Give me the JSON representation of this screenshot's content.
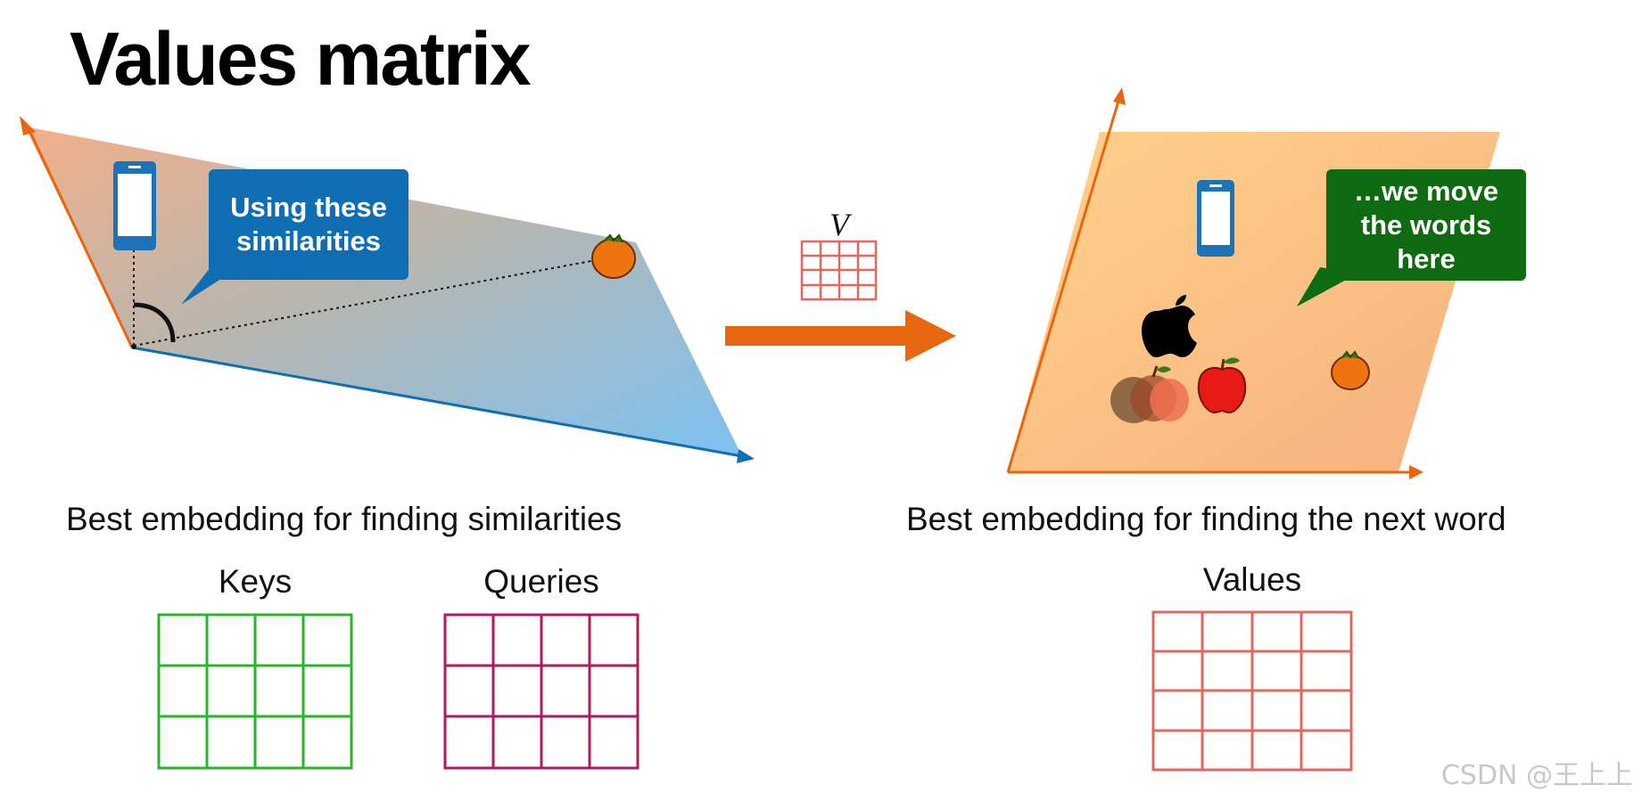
{
  "title": "Values matrix",
  "left_panel": {
    "bubble_text_line1": "Using these",
    "bubble_text_line2": "similarities",
    "caption": "Best embedding for finding similarities"
  },
  "transform": {
    "symbol": "V"
  },
  "right_panel": {
    "bubble_text_line1": "…we move",
    "bubble_text_line2": "the words",
    "bubble_text_line3": "here",
    "caption": "Best embedding for finding the next word"
  },
  "matrices": {
    "keys_label": "Keys",
    "queries_label": "Queries",
    "values_label": "Values"
  },
  "colors": {
    "orange_accent": "#e8660f",
    "blue_accent": "#0f6fb0",
    "keys_green": "#2ab52a",
    "queries_magenta": "#b0185f",
    "values_salmon": "#e0685e",
    "bubble_blue": "#0f6db3",
    "bubble_green": "#0f6b12"
  },
  "icons": [
    "phone-icon",
    "orange-fruit-icon",
    "apple-logo-icon",
    "red-apple-icon",
    "blended-apples-icon"
  ],
  "watermark": "CSDN @王上上"
}
